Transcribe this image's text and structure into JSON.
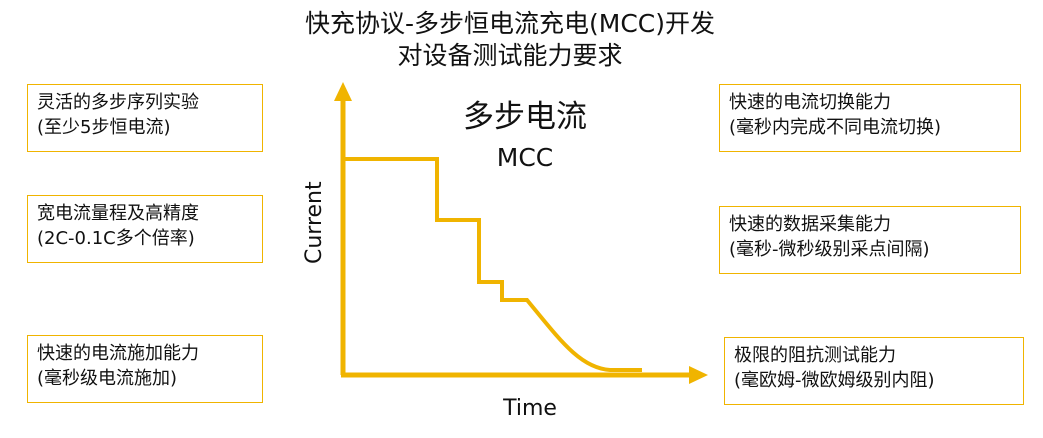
{
  "title": {
    "line1": "快充协议-多步恒电流充电(MCC)开发",
    "line2": "对设备测试能力要求"
  },
  "diagram": {
    "heading": "多步电流",
    "subheading": "MCC",
    "ylabel": "Current",
    "xlabel": "Time",
    "accent_color": "#f0b400"
  },
  "left_boxes": [
    {
      "line1": "灵活的多步序列实验",
      "line2": " (至少5步恒电流)"
    },
    {
      "line1": "宽电流量程及高精度",
      "line2": "(2C-0.1C多个倍率)"
    },
    {
      "line1": "快速的电流施加能力",
      "line2": "(毫秒级电流施加)"
    }
  ],
  "right_boxes": [
    {
      "line1": "快速的电流切换能力",
      "line2": "(毫秒内完成不同电流切换)"
    },
    {
      "line1": "快速的数据采集能力",
      "line2": "(毫秒-微秒级别采点间隔)"
    },
    {
      "line1": "极限的阻抗测试能力",
      "line2": "(毫欧姆-微欧姆级别内阻)"
    }
  ]
}
